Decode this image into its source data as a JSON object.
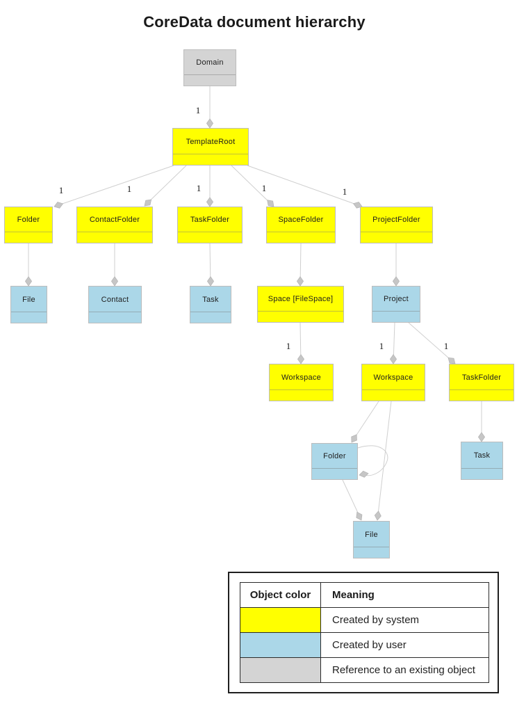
{
  "title": "CoreData document hierarchy",
  "nodes": [
    {
      "label": "Domain",
      "color": "#d4d4d4"
    },
    {
      "label": "TemplateRoot",
      "color": "#ffff00"
    },
    {
      "label": "Folder",
      "color": "#ffff00"
    },
    {
      "label": "ContactFolder",
      "color": "#ffff00"
    },
    {
      "label": "TaskFolder",
      "color": "#ffff00"
    },
    {
      "label": "SpaceFolder",
      "color": "#ffff00"
    },
    {
      "label": "ProjectFolder",
      "color": "#ffff00"
    },
    {
      "label": "File",
      "color": "#abd7e8"
    },
    {
      "label": "Contact",
      "color": "#abd7e8"
    },
    {
      "label": "Task",
      "color": "#abd7e8"
    },
    {
      "label": "Space [FileSpace]",
      "color": "#ffff00"
    },
    {
      "label": "Project",
      "color": "#abd7e8"
    },
    {
      "label": "Workspace",
      "color": "#ffff00"
    },
    {
      "label": "Workspace",
      "color": "#ffff00"
    },
    {
      "label": "TaskFolder",
      "color": "#ffff00"
    },
    {
      "label": "Folder",
      "color": "#abd7e8"
    },
    {
      "label": "Task",
      "color": "#abd7e8"
    },
    {
      "label": "File",
      "color": "#abd7e8"
    }
  ],
  "multiplicities": [
    "1",
    "1",
    "1",
    "1",
    "1",
    "1",
    "1",
    "1",
    "1"
  ],
  "legend": {
    "header": {
      "object_color": "Object color",
      "meaning": "Meaning"
    },
    "rows": [
      {
        "color": "#ffff00",
        "meaning": "Created by system"
      },
      {
        "color": "#abd7e8",
        "meaning": "Created by user"
      },
      {
        "color": "#d4d4d4",
        "meaning": "Reference to an existing object"
      }
    ]
  }
}
